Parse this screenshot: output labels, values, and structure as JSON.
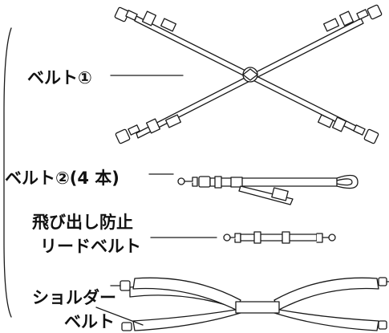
{
  "labels": {
    "belt1": "ベルト①",
    "belt2": "ベルト②(4 本)",
    "lead_line1": "飛び出し防止",
    "lead_line2": "リードベルト",
    "shoulder_line1": "ショルダー",
    "shoulder_line2": "ベルト"
  },
  "colors": {
    "stroke": "#1a1a1a",
    "fill": "#ffffff"
  }
}
